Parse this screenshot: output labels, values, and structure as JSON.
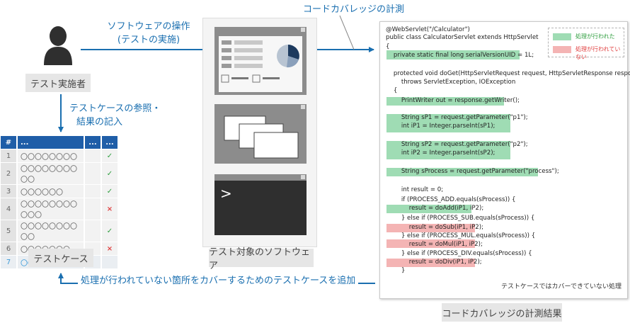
{
  "tester": {
    "label": "テスト実施者",
    "operation": [
      "ソフトウェアの操作",
      "(テストの実施)"
    ],
    "refer": [
      "テストケースの参照・",
      "結果の記入"
    ]
  },
  "coverage_label": "コードカバレッジの計測",
  "testcases": {
    "headers": [
      "#",
      "...",
      "...",
      "..."
    ],
    "rows": [
      {
        "num": "1",
        "value": "〇〇〇〇〇〇〇〇",
        "mark": "✓",
        "mark_color": "#2e9e3e"
      },
      {
        "num": "2",
        "value": "〇〇〇〇〇〇〇〇〇〇",
        "mark": "✓",
        "mark_color": "#2e9e3e"
      },
      {
        "num": "3",
        "value": "〇〇〇〇〇〇",
        "mark": "✓",
        "mark_color": "#2e9e3e"
      },
      {
        "num": "4",
        "value": "〇〇〇〇〇〇〇〇〇〇〇",
        "mark": "×",
        "mark_color": "#e04040"
      },
      {
        "num": "5",
        "value": "〇〇〇〇〇〇〇〇〇〇",
        "mark": "✓",
        "mark_color": "#2e9e3e"
      },
      {
        "num": "6",
        "value": "〇〇〇〇〇〇〇",
        "mark": "×",
        "mark_color": "#e04040"
      },
      {
        "num": "7",
        "value": "〇〇〇〇〇〇〇〇",
        "mark": "",
        "mark_color": ""
      }
    ],
    "label": "テストケース"
  },
  "software_label": "テスト対象のソフトウェア",
  "terminal_prompt": ">",
  "legend": {
    "covered": "処理が行われた",
    "not_covered": "処理が行われていない"
  },
  "code_lines": [
    "@WebServlet(\"/Calculator\")",
    "public class CalculatorServlet extends HttpServlet",
    "{",
    "    private static final long serialVersionUID = 1L;",
    "",
    "    protected void doGet(HttpServletRequest request, HttpServletResponse response)",
    "        throws ServletException, IOException",
    "    {",
    "        PrintWriter out = response.getWriter();",
    "",
    "        String sP1 = request.getParameter(\"p1\");",
    "        int iP1 = Integer.parseInt(sP1);",
    "",
    "        String sP2 = request.getParameter(\"p2\");",
    "        int iP2 = Integer.parseInt(sP2);",
    "",
    "        String sProcess = request.getParameter(\"process\");",
    "",
    "        int result = 0;",
    "        if (PROCESS_ADD.equals(sProcess)) {",
    "            result = doAdd(iP1, iP2);",
    "        } else if (PROCESS_SUB.equals(sProcess)) {",
    "            result = doSub(iP1, iP2);",
    "        } else if (PROCESS_MUL.equals(sProcess)) {",
    "            result = doMul(iP1, iP2);",
    "        } else if (PROCESS_DIV.equals(sProcess)) {",
    "            result = doDiv(iP1, iP2);",
    "        }"
  ],
  "code_note": "テストケースではカバーできていない処理",
  "coverage_result_label": "コードカバレッジの計測結果",
  "feedback": "処理が行われていない箇所をカバーするためのテストケースを追加"
}
